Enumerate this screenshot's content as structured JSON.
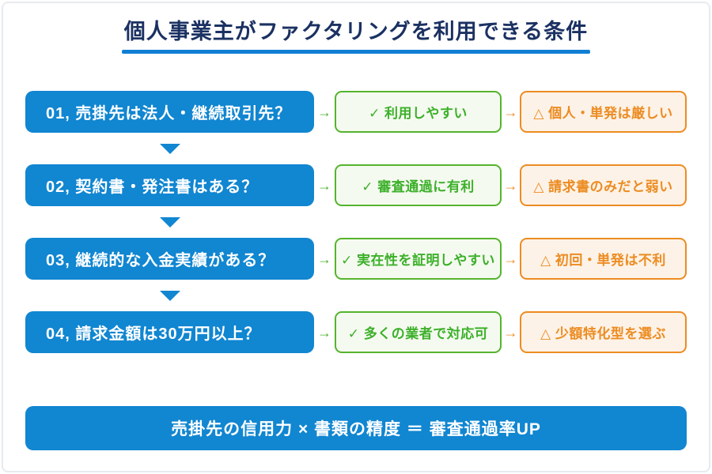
{
  "title": "個人事業主がファクタリングを利用できる条件",
  "arrows": {
    "right": "→"
  },
  "rows": [
    {
      "question": "01, 売掛先は法人・継続取引先？",
      "positive": "✓ 利用しやすい",
      "caution": "△ 個人・単発は厳しい"
    },
    {
      "question": "02, 契約書・発注書はある？",
      "positive": "✓ 審査通過に有利",
      "caution": "△ 請求書のみだと弱い"
    },
    {
      "question": "03, 継続的な入金実績がある？",
      "positive": "✓ 実在性を証明しやすい",
      "caution": "△ 初回・単発は不利"
    },
    {
      "question": "04, 請求金額は30万円以上？",
      "positive": "✓ 多くの業者で対応可",
      "caution": "△ 少額特化型を選ぶ"
    }
  ],
  "footer": "売掛先の信用力 × 書類の精度 ＝ 審査通過率UP",
  "colors": {
    "blue": "#1186d1",
    "navy": "#1b3162",
    "green": "#4cb22c",
    "green_bg": "#f5faf0",
    "orange": "#ec8c22",
    "orange_bg": "#fdf2e7"
  }
}
